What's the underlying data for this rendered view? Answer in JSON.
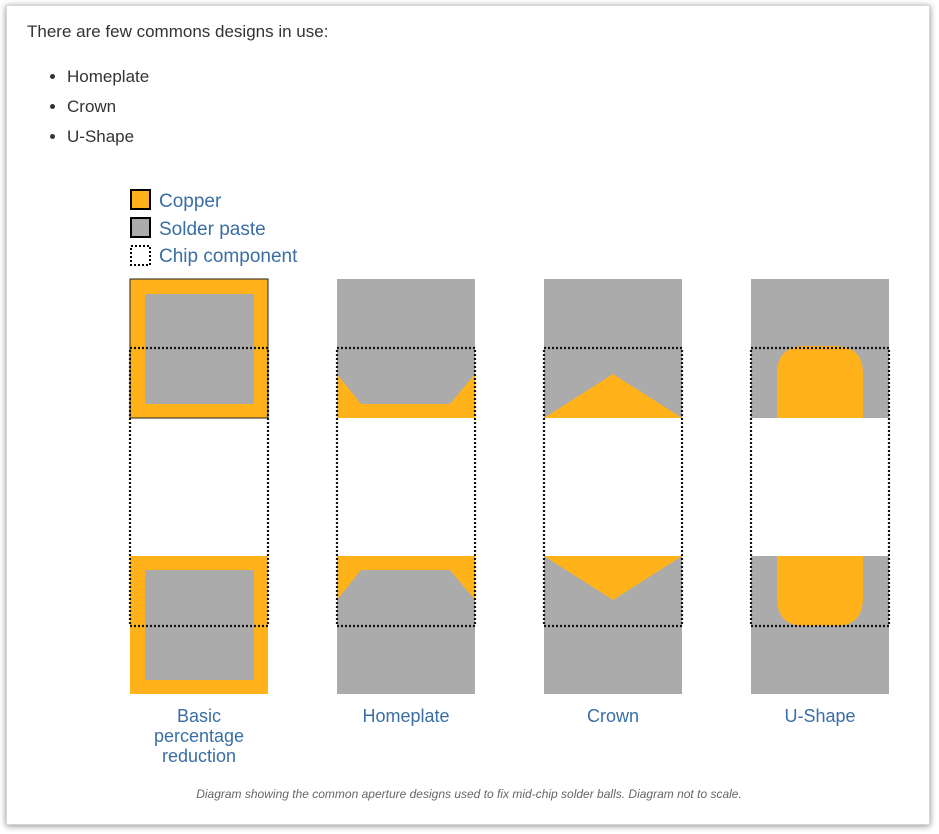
{
  "intro_text": "There are few commons designs in use:",
  "design_list": [
    "Homeplate",
    "Crown",
    "U-Shape"
  ],
  "legend": {
    "copper": "Copper",
    "solder_paste": "Solder paste",
    "chip_component": "Chip component"
  },
  "pad_labels": {
    "basic_line1": "Basic",
    "basic_line2": "percentage",
    "basic_line3": "reduction",
    "homeplate": "Homeplate",
    "crown": "Crown",
    "ushape": "U-Shape"
  },
  "caption": "Diagram showing the common aperture designs used to fix mid-chip solder balls. Diagram not to scale.",
  "colors": {
    "copper": "#FFB21A",
    "solder_paste": "#ABABAB",
    "label_text": "#3A6EA5",
    "body_text": "#333333"
  }
}
